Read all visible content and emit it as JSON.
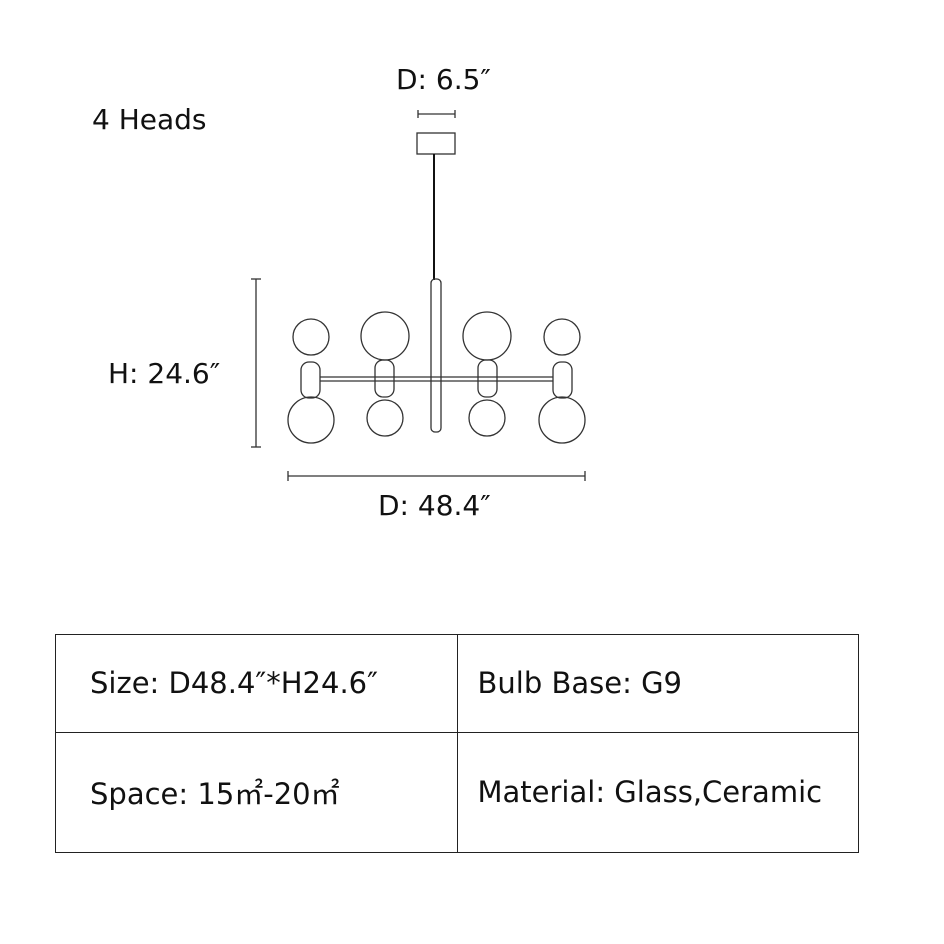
{
  "diagram": {
    "heads_label": "4 Heads",
    "canopy_diameter": "D: 6.5″",
    "height": "H: 24.6″",
    "diameter": "D: 48.4″"
  },
  "specs": [
    [
      "Size: D48.4″*H24.6″",
      "Bulb Base: G9"
    ],
    [
      "Space: 15㎡-20㎡",
      "Material: Glass,Ceramic"
    ]
  ]
}
